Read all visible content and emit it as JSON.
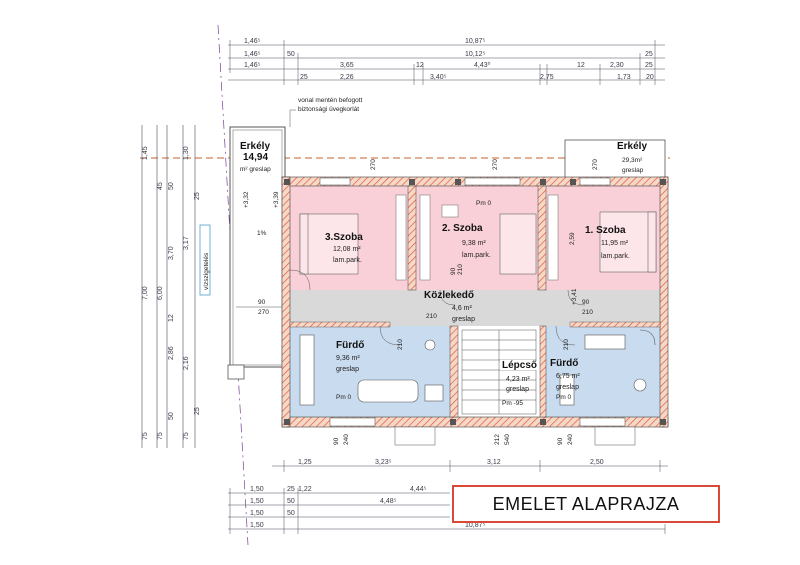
{
  "title": "EMELET ALAPRAJZA",
  "top_dims": {
    "row1": [
      "1,46⁵",
      "10,87⁵"
    ],
    "row2": [
      "1,46⁵",
      "50",
      "10,12⁵",
      "25"
    ],
    "row3": [
      "1,46⁵",
      "3,65",
      "12",
      "4,43⁰",
      "12",
      "2,30",
      "25"
    ],
    "row4": [
      "25",
      "2,26",
      "3,40⁵",
      "2,75",
      "1,73",
      "20"
    ]
  },
  "bottom_dims": {
    "row1": [
      "1,25",
      "3,23⁵",
      "3,12",
      "2,50"
    ],
    "row2": [
      "1,50",
      "25",
      "1,22",
      "4,44⁵"
    ],
    "row3": [
      "1,50",
      "50",
      "4,48⁵"
    ],
    "row4": [
      "1,50",
      "50"
    ],
    "row5": [
      "1,50",
      "10,87⁵"
    ]
  },
  "left_dims": {
    "col_a": [
      "1,45",
      "7,00",
      "75"
    ],
    "col_b": [
      "45",
      "6,00",
      "75"
    ],
    "col_c": [
      "50",
      "3,70",
      "12",
      "2,86",
      "50"
    ],
    "col_d": [
      "1,30",
      "3,17",
      "2,16",
      "75"
    ],
    "col_e": [
      "25",
      "25"
    ]
  },
  "note": [
    "vonal mentén befogott",
    "biztonsági üvegkorlát"
  ],
  "rooms": {
    "erkely_left": {
      "name": "Erkély",
      "area": "14,94",
      "sub": "m² greslap"
    },
    "erkely_right": {
      "name": "Erkély",
      "area": "29,3m²",
      "sub": "greslap"
    },
    "szoba3": {
      "name": "3.Szoba",
      "area": "12,08 m²",
      "floor": "lam.park."
    },
    "szoba2": {
      "name": "2. Szoba",
      "area": "9,38 m²",
      "floor": "lam.park."
    },
    "szoba1": {
      "name": "1. Szoba",
      "area": "11,95 m²",
      "floor": "lam.park."
    },
    "kozlekedo": {
      "name": "Közlekedő",
      "area": "4,6 m²",
      "floor": "greslap"
    },
    "furdo_left": {
      "name": "Fürdő",
      "area": "9,36 m²",
      "floor": "greslap",
      "pm": "Pm 0"
    },
    "lepcso": {
      "name": "Lépcső",
      "area": "4,23 m²",
      "floor": "greslap",
      "pm": "Pm -95"
    },
    "furdo_right": {
      "name": "Fürdő",
      "area": "6,75 m²",
      "floor": "greslap",
      "pm": "Pm 0"
    }
  },
  "labels": {
    "pm0_top": "Pm 0",
    "eszpe": "vízszigetelés",
    "slope": "1%",
    "lvl1": "+3,32",
    "lvl2": "+3,39",
    "lvl3": "+3,41",
    "d270a": "270",
    "d270b": "270",
    "d270c": "270",
    "d90": "90",
    "d270d": "270",
    "d210a": "210",
    "d210b": "210",
    "d210c": "210",
    "d90b": "90",
    "d240a": "240",
    "d212": "212",
    "d540": "540",
    "d90c": "90",
    "d240b": "240",
    "d259": "2,59",
    "d90d": "90",
    "d210e": "210",
    "d210f": "210"
  }
}
